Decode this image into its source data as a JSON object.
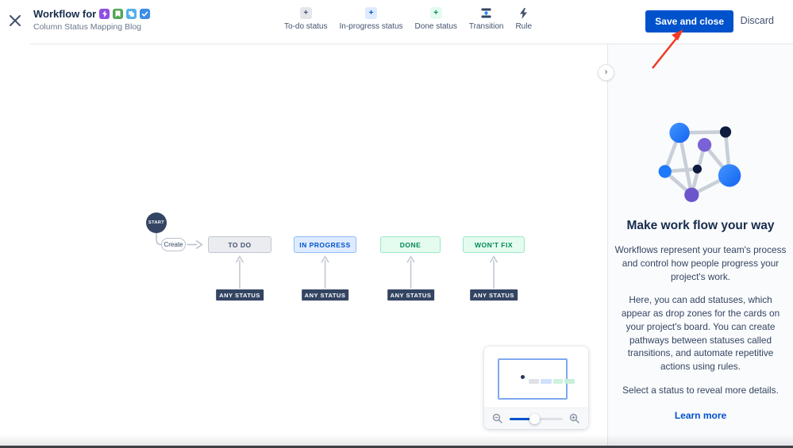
{
  "header": {
    "title": "Workflow for",
    "subtitle": "Column Status Mapping Blog",
    "issue_type_icons": [
      "epic-icon",
      "story-icon",
      "pages-icon",
      "task-icon"
    ],
    "toolbar": [
      {
        "label": "To-do status",
        "icon": "plus-gray"
      },
      {
        "label": "In-progress status",
        "icon": "plus-blue"
      },
      {
        "label": "Done status",
        "icon": "plus-green"
      },
      {
        "label": "Transition",
        "icon": "transition"
      },
      {
        "label": "Rule",
        "icon": "lightning"
      }
    ],
    "save_label": "Save and close",
    "discard_label": "Discard"
  },
  "diagram": {
    "start_label": "START",
    "create_label": "Create",
    "statuses": [
      {
        "label": "TO DO",
        "type": "todo"
      },
      {
        "label": "IN PROGRESS",
        "type": "inprogress"
      },
      {
        "label": "DONE",
        "type": "done"
      },
      {
        "label": "WON'T FIX",
        "type": "done"
      }
    ],
    "any_status_label": "ANY STATUS"
  },
  "sidebar": {
    "heading": "Make work flow your way",
    "paragraphs": [
      "Workflows represent your team's process and control how people progress your project's work.",
      "Here, you can add statuses, which appear as drop zones for the cards on your project's board. You can create pathways between statuses called transitions, and automate repetitive actions using rules.",
      "Select a status to reveal more details."
    ],
    "learn_more": "Learn more"
  },
  "colors": {
    "accent": "#0052CC",
    "todo_gray": "#EBECF0",
    "inprogress_blue": "#DEEBFF",
    "done_green": "#E3FCEF",
    "dark_navy": "#344563",
    "annotation_red": "#F23B26"
  }
}
